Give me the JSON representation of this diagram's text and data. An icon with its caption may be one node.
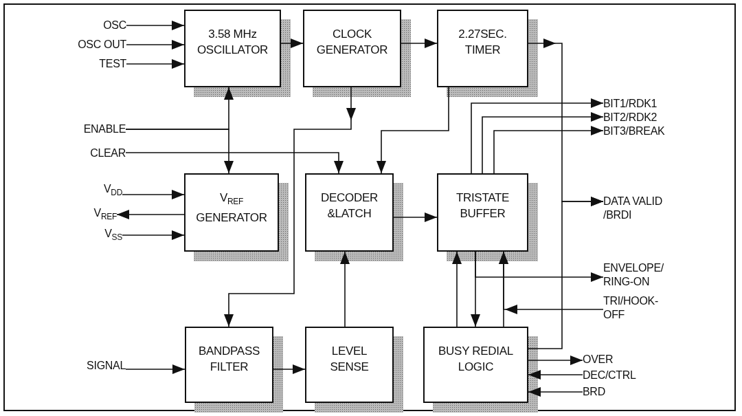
{
  "diagram": {
    "nodes": [
      {
        "text": [
          "OSC"
        ]
      },
      {
        "text": [
          "3.58 MHz OSCILLATOR"
        ]
      },
      {
        "text": [
          "CLOCK GENERATOR"
        ]
      },
      {
        "text": [
          "2.27SEC. TIMER"
        ]
      },
      {
        "text": [
          "OSC OUT"
        ]
      },
      {
        "text": [
          "TEST"
        ]
      },
      {
        "text": [
          "BIT1/RDK1"
        ]
      },
      {
        "text": [
          "BIT2/RDK2"
        ]
      },
      {
        "text": [
          "BIT3/BREAK"
        ]
      },
      {
        "text": [
          "ENABLE"
        ]
      },
      {
        "text": [
          "CLEAR"
        ]
      },
      {
        "text": [
          "V$_{DD}$"
        ]
      },
      {
        "text": [
          "V$_{REF}$"
        ]
      },
      {
        "text": [
          "V$_{REF}$ GENERATOR"
        ]
      },
      {
        "text": [
          "DECODER &LATCH"
        ]
      },
      {
        "text": [
          "TRISTATE BUFFER"
        ]
      },
      {
        "text": [
          "DATA VALID /BRDI"
        ]
      },
      {
        "text": [
          "V$_{SS}$"
        ]
      },
      {
        "text": [
          "ENVELOPE/ RING-ON"
        ]
      },
      {
        "text": [
          "TRI/HOOK- OFF"
        ]
      },
      {
        "text": [
          "SIGNAL"
        ]
      },
      {
        "text": [
          "BANDPASS FILTER"
        ]
      },
      {
        "text": [
          "LEVEL SENSE"
        ]
      },
      {
        "text": [
          "BUSY REDIAL LOGIC"
        ]
      },
      {
        "text": [
          "OVER"
        ]
      },
      {
        "text": [
          "DEC/CTRL"
        ]
      },
      {
        "text": [
          "BRD"
        ]
      }
    ],
    "edges": [
      {
        "from": 0,
        "to": 1,
        "arrow": "to"
      },
      {
        "from": 4,
        "to": 1,
        "arrow": "to"
      },
      {
        "from": 5,
        "to": 1,
        "arrow": "to"
      },
      {
        "from": 1,
        "to": 2,
        "arrow": "to"
      },
      {
        "from": 2,
        "to": 3,
        "arrow": "to"
      },
      {
        "from": 3,
        "to": 16,
        "arrow": "to"
      },
      {
        "from": 23,
        "to": 16,
        "arrow": "to"
      },
      {
        "from": 2,
        "to": 21,
        "arrow": "to"
      },
      {
        "from": 3,
        "to": 14,
        "arrow": "to"
      },
      {
        "from": 15,
        "to": 6,
        "arrow": "to"
      },
      {
        "from": 15,
        "to": 7,
        "arrow": "to"
      },
      {
        "from": 15,
        "to": 8,
        "arrow": "to"
      },
      {
        "from": 9,
        "to": 1,
        "arrow": "to"
      },
      {
        "from": 9,
        "to": 13,
        "arrow": "to"
      },
      {
        "from": 10,
        "to": 14,
        "arrow": "to"
      },
      {
        "from": 11,
        "to": 13,
        "arrow": "to"
      },
      {
        "from": 13,
        "to": 12,
        "arrow": "to"
      },
      {
        "from": 17,
        "to": 13,
        "arrow": "to"
      },
      {
        "from": 14,
        "to": 15,
        "arrow": "to"
      },
      {
        "from": 20,
        "to": 21,
        "arrow": "to"
      },
      {
        "from": 21,
        "to": 22,
        "arrow": "to"
      },
      {
        "from": 22,
        "to": 14,
        "arrow": "to"
      },
      {
        "from": 23,
        "to": 15,
        "arrow": "to"
      },
      {
        "from": 15,
        "to": 23,
        "arrow": "to"
      },
      {
        "from": 15,
        "to": 18,
        "arrow": "to"
      },
      {
        "from": 23,
        "to": 15,
        "arrow": "to"
      },
      {
        "from": 19,
        "to": 15,
        "arrow": "to"
      },
      {
        "from": 23,
        "to": 24,
        "arrow": "to"
      },
      {
        "from": 25,
        "to": 23,
        "arrow": "to"
      },
      {
        "from": 26,
        "to": 23,
        "arrow": "to"
      }
    ]
  }
}
